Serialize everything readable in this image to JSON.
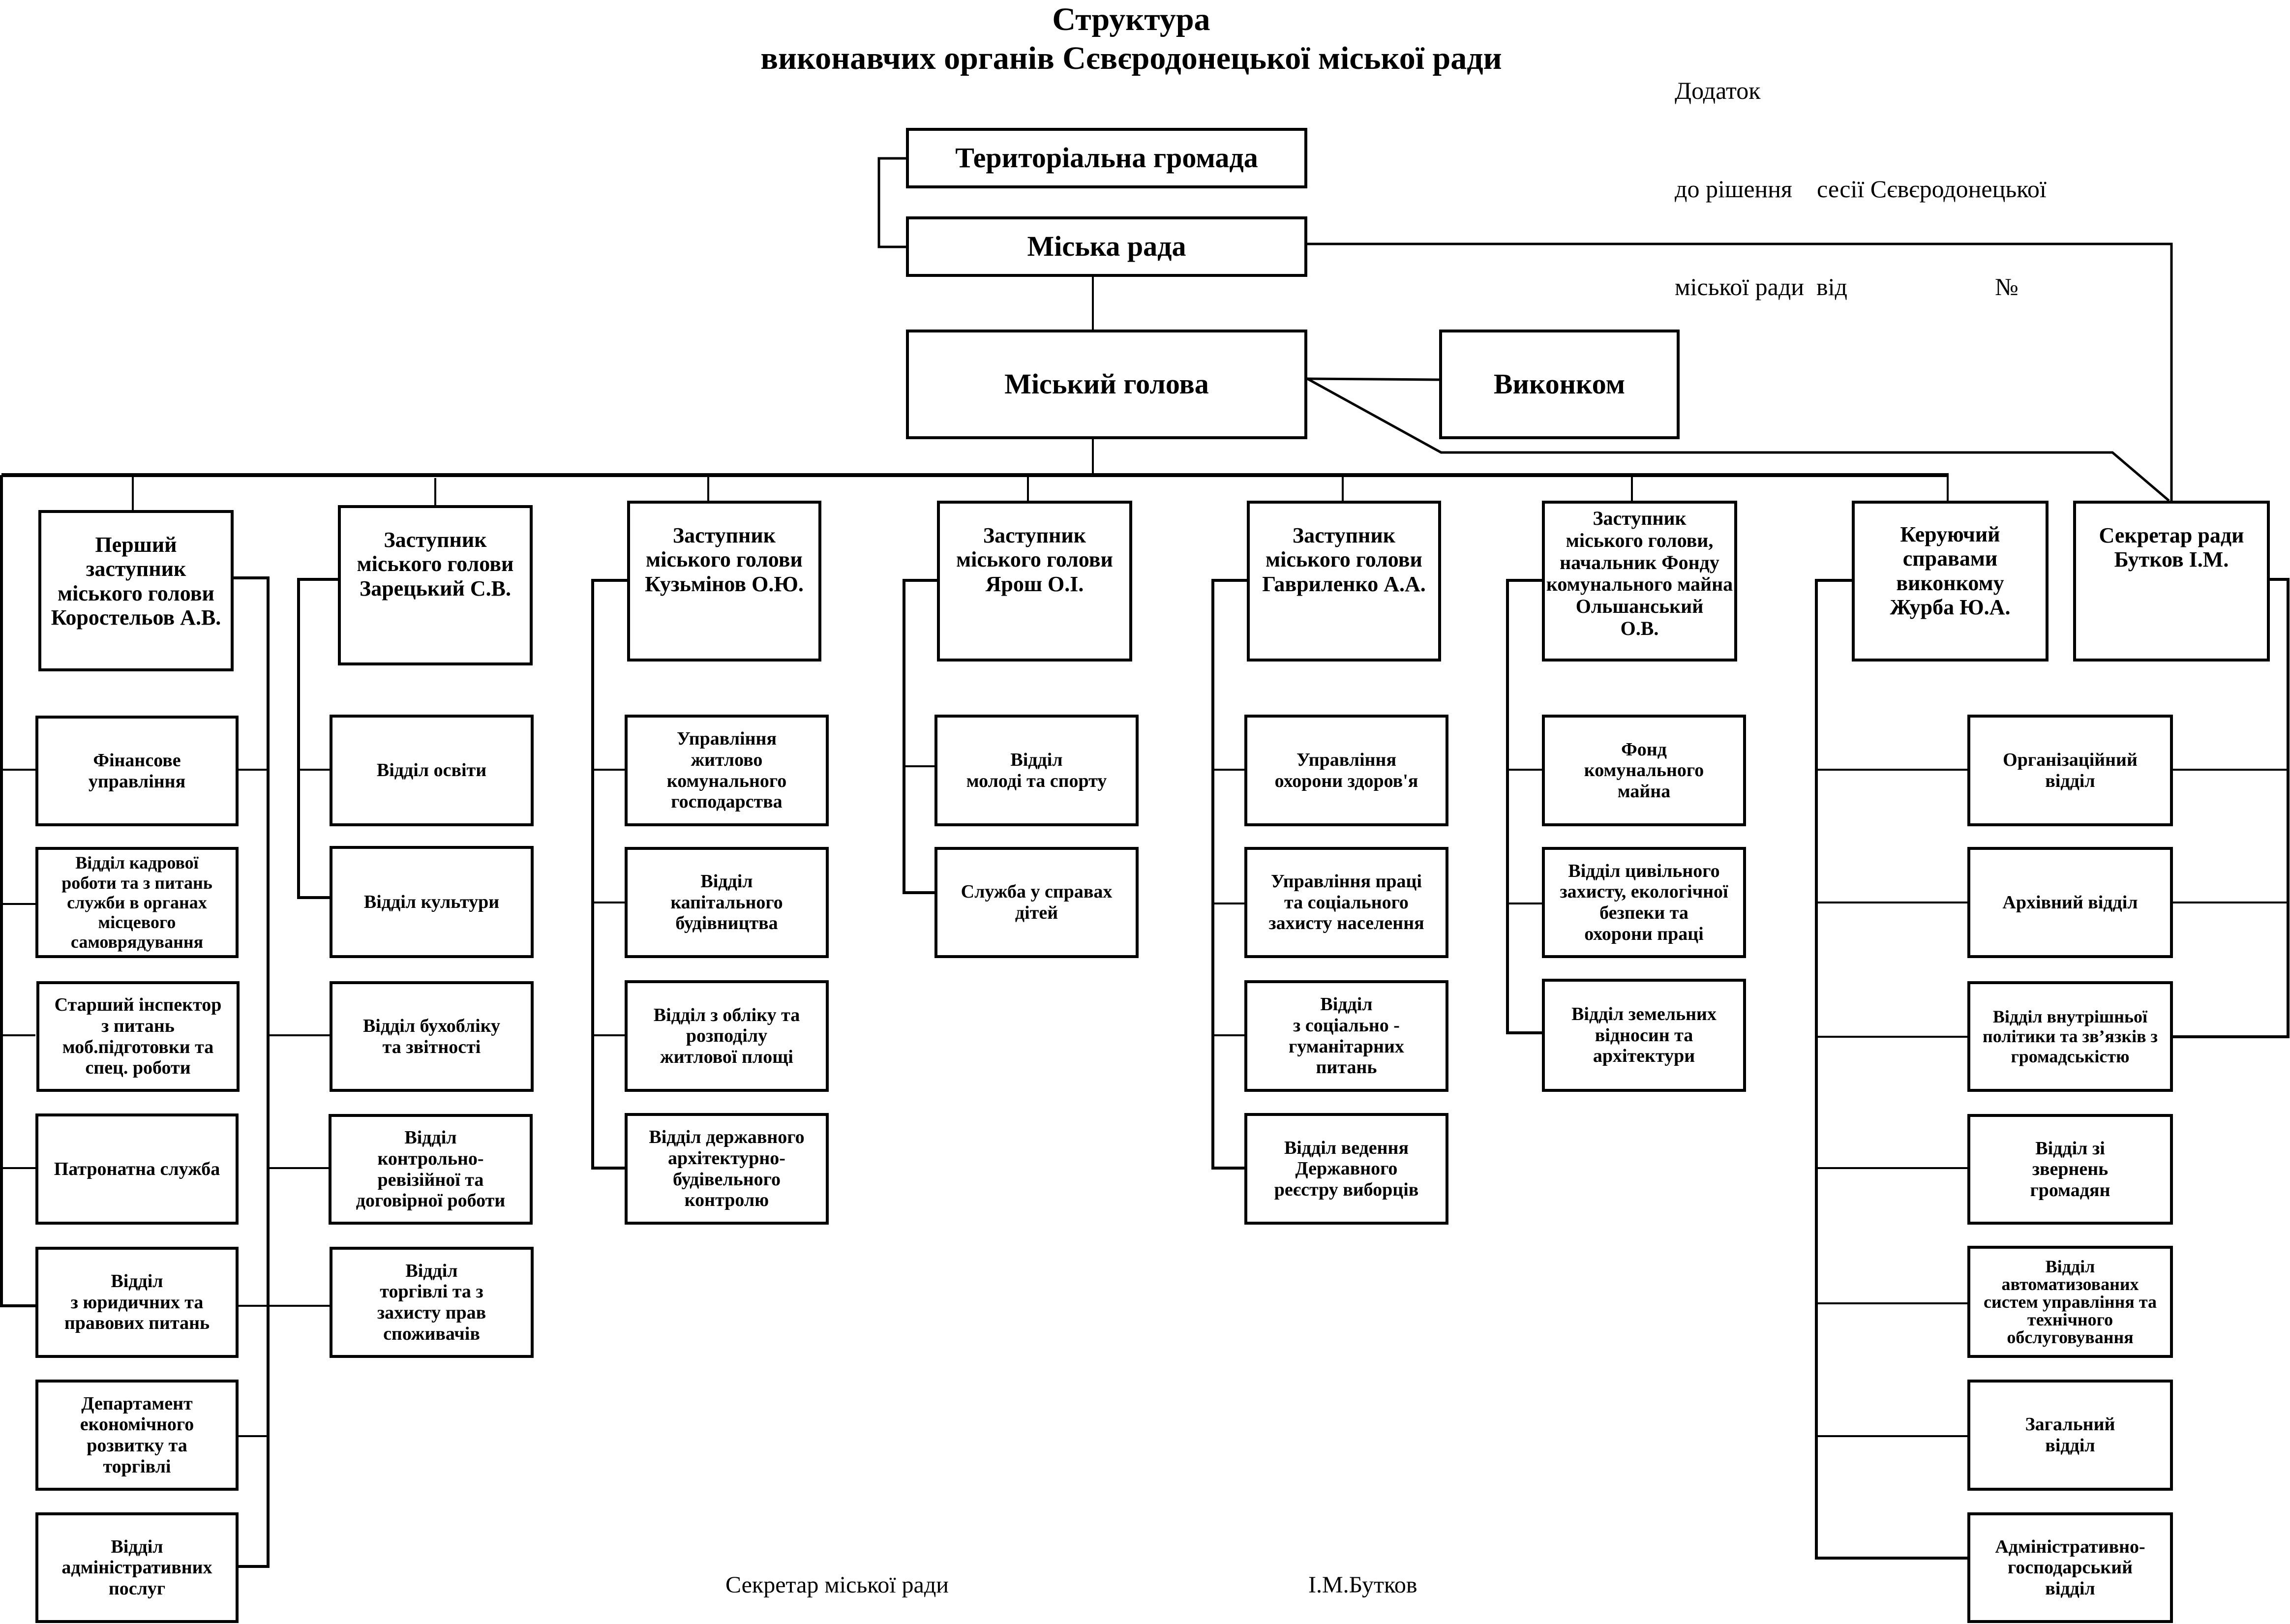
{
  "document": {
    "title_line1": "Структура",
    "title_line2": "виконавчих органів Сєвєродонецької міської ради",
    "appendix": {
      "line1": "Додаток",
      "line2": "до рішення    сесії Сєвєродонецької",
      "line3": "міської ради  від                        №"
    },
    "footer": {
      "left": "Секретар міської ради",
      "right": "І.М.Бутков"
    }
  },
  "top": {
    "community": "Територіальна громада",
    "council": "Міська рада",
    "mayor": "Міський голова",
    "executive_committee": "Виконком"
  },
  "branches": [
    {
      "head": "Перший\nзаступник\nміського голови\nКоростельов А.В.",
      "departments": [
        "Фінансове\nуправління",
        "Відділ кадрової\nроботи та з питань\nслужби в органах\nмісцевого\nсамоврядування",
        "Старший інспектор\nз питань\nмоб.підготовки та\nспец. роботи",
        "Патронатна служба",
        "Відділ\nз юридичних та\nправових питань",
        "Департамент\nекономічного\nрозвитку та\nторгівлі",
        "Відділ\nадміністративних\nпослуг"
      ]
    },
    {
      "head": "Заступник\nміського голови\nЗарецький С.В.",
      "departments": [
        "Відділ освіти",
        "Відділ культури",
        "Відділ бухобліку\nта звітності",
        "Відділ\nконтрольно-\nревізійної та\nдоговірної роботи",
        "Відділ\nторгівлі та з\nзахисту прав\nспоживачів"
      ]
    },
    {
      "head": "Заступник\nміського голови\nКузьмінов О.Ю.",
      "departments": [
        "Управління\nжитлово\nкомунального\nгосподарства",
        "Відділ\nкапітального\nбудівництва",
        "Відділ з обліку та\nрозподілу\nжитлової площі",
        "Відділ державного\nархітектурно-\nбудівельного\nконтролю"
      ]
    },
    {
      "head": "Заступник\nміського голови\nЯрош О.І.",
      "departments": [
        "Відділ\nмолоді  та спорту",
        "Служба у справах\nдітей"
      ]
    },
    {
      "head": "Заступник\nміського голови\nГавриленко А.А.",
      "departments": [
        "Управління\nохорони здоров'я",
        "Управління праці\nта соціального\nзахисту населення",
        "Відділ\nз соціально -\nгуманітарних\nпитань",
        "Відділ ведення\nДержавного\nреєстру виборців"
      ]
    },
    {
      "head": "Заступник\nміського голови,\nначальник  Фонду\nкомунального майна\nОльшанський\nО.В.",
      "departments": [
        "Фонд\nкомунального\nмайна",
        "Відділ цивільного\nзахисту, екологічної\nбезпеки та\nохорони праці",
        "Відділ земельних\nвідносин та\nархітектури"
      ]
    },
    {
      "head": "Керуючий\nсправами\nвиконкому\nЖурба Ю.А.",
      "departments": [
        "Організаційний\nвідділ",
        "Архівний відділ",
        "Відділ внутрішньої\nполітики та зв’язків з\nгромадськістю",
        "Відділ зі\nзвернень\nгромадян",
        "Відділ\nавтоматизованих\nсистем управління та\nтехнічного\nобслуговування",
        "Загальний\nвідділ",
        "Адміністративно-\nгосподарський\nвідділ"
      ]
    },
    {
      "head": "Секретар ради\nБутков І.М.",
      "departments": []
    }
  ]
}
